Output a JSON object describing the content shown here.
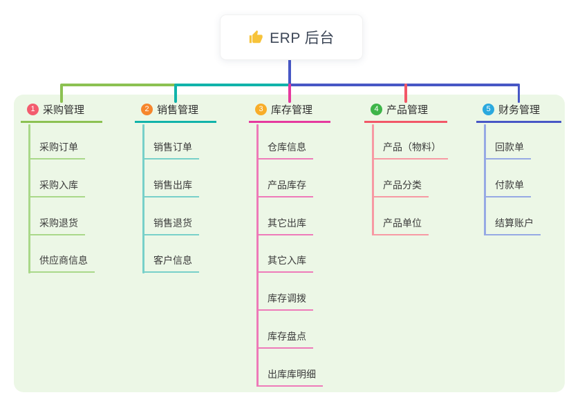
{
  "root": {
    "label": "ERP 后台",
    "icon": "thumbs-up-icon",
    "icon_color": "#f7c33a"
  },
  "colors": {
    "panel_bg": "#ecf7e6",
    "root_text": "#3d4757",
    "stem": "#4757c5"
  },
  "branches": [
    {
      "num": "1",
      "title": "采购管理",
      "badge_color": "#f35c6e",
      "line_color": "#8cc152",
      "child_line_color": "#a9d889",
      "children": [
        "采购订单",
        "采购入库",
        "采购退货",
        "供应商信息"
      ]
    },
    {
      "num": "2",
      "title": "销售管理",
      "badge_color": "#f6862d",
      "line_color": "#10b3aa",
      "child_line_color": "#77d0c9",
      "children": [
        "销售订单",
        "销售出库",
        "销售退货",
        "客户信息"
      ]
    },
    {
      "num": "3",
      "title": "库存管理",
      "badge_color": "#f8ad29",
      "line_color": "#e5399e",
      "child_line_color": "#ee7ab9",
      "children": [
        "仓库信息",
        "产品库存",
        "其它出库",
        "其它入库",
        "库存调拨",
        "库存盘点",
        "出库库明细"
      ]
    },
    {
      "num": "4",
      "title": "产品管理",
      "badge_color": "#3eb549",
      "line_color": "#f25767",
      "child_line_color": "#f799a3",
      "children": [
        "产品（物料）",
        "产品分类",
        "产品单位"
      ]
    },
    {
      "num": "5",
      "title": "财务管理",
      "badge_color": "#2ba9de",
      "line_color": "#4757c5",
      "child_line_color": "#96a9e4",
      "children": [
        "回款单",
        "付款单",
        "结算账户"
      ]
    }
  ]
}
